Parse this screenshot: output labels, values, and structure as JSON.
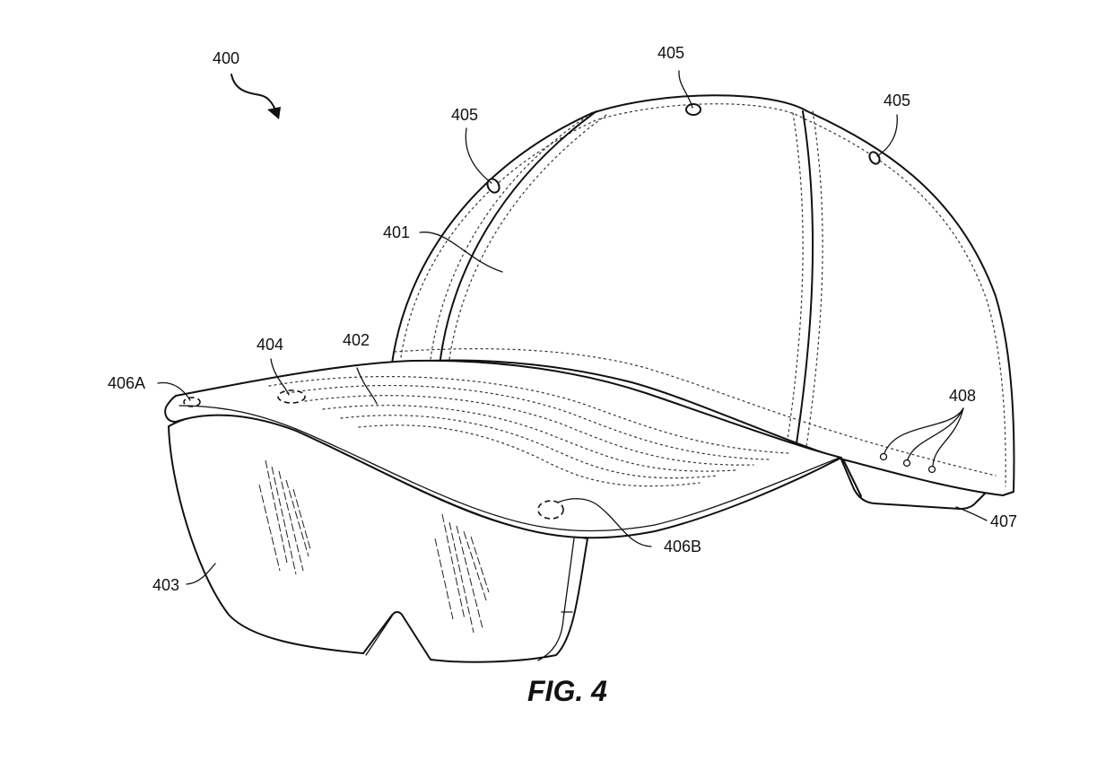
{
  "figure": {
    "title": "FIG. 4",
    "reference_number": "400",
    "description": "Baseball cap with attached visor display lens (patent drawing)",
    "labels": [
      {
        "id": "401",
        "part": "crown"
      },
      {
        "id": "402",
        "part": "brim"
      },
      {
        "id": "403",
        "part": "lens"
      },
      {
        "id": "404",
        "part": "sensor"
      },
      {
        "id": "405",
        "part": "eyelet-left"
      },
      {
        "id": "405",
        "part": "eyelet-top"
      },
      {
        "id": "405",
        "part": "eyelet-right"
      },
      {
        "id": "406A",
        "part": "hinge-a"
      },
      {
        "id": "406B",
        "part": "hinge-b"
      },
      {
        "id": "407",
        "part": "strap-module"
      },
      {
        "id": "408",
        "part": "indicator-lights"
      }
    ]
  },
  "colors": {
    "ink": "#111111",
    "background": "#ffffff"
  }
}
